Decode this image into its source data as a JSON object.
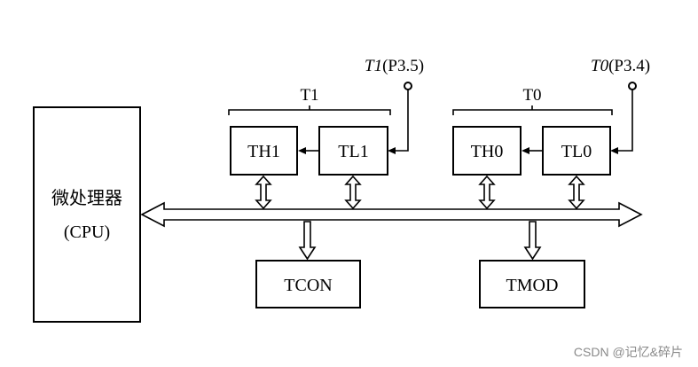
{
  "cpu": {
    "label_cn": "微处理器",
    "label_en": "(CPU)"
  },
  "groups": {
    "t1": "T1",
    "t0": "T0"
  },
  "pins": {
    "t1": {
      "name": "T1",
      "port": "(P3.5)"
    },
    "t0": {
      "name": "T0",
      "port": "(P3.4)"
    }
  },
  "registers": {
    "th1": "TH1",
    "tl1": "TL1",
    "th0": "TH0",
    "tl0": "TL0",
    "tcon": "TCON",
    "tmod": "TMOD"
  },
  "watermark": "CSDN @记忆&碎片"
}
